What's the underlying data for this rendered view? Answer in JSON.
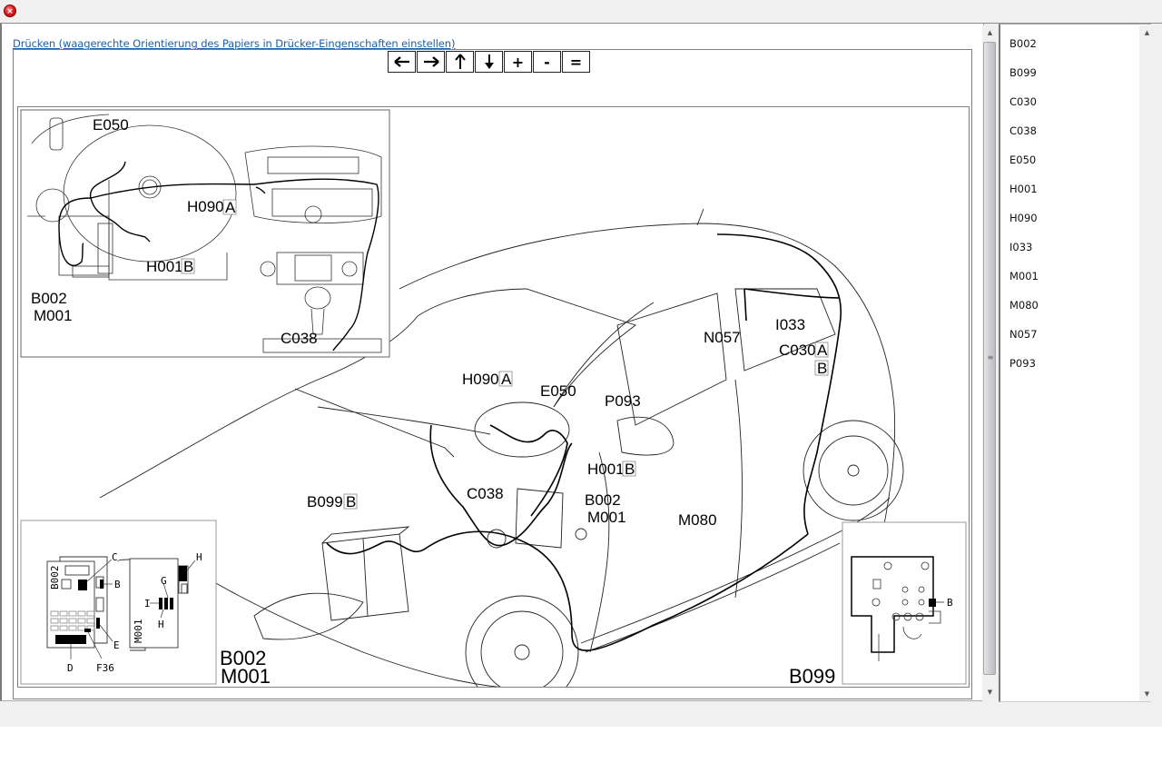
{
  "window": {
    "close_icon": "close-icon",
    "close_glyph": "×"
  },
  "main": {
    "print_link": "Drücken (waagerechte Orientierung des Papiers in Drücker-Eingenschaften einstellen)",
    "nav_buttons": [
      {
        "name": "pan-left",
        "glyph": "🡐",
        "icon": "arrow-left-icon"
      },
      {
        "name": "pan-right",
        "glyph": "🡒",
        "icon": "arrow-right-icon"
      },
      {
        "name": "pan-up",
        "glyph": "🡑",
        "icon": "arrow-up-icon"
      },
      {
        "name": "pan-down",
        "glyph": "🡓",
        "icon": "arrow-down-icon"
      },
      {
        "name": "zoom-in",
        "glyph": "+",
        "icon": "plus-icon"
      },
      {
        "name": "zoom-out",
        "glyph": "-",
        "icon": "minus-icon"
      },
      {
        "name": "zoom-reset",
        "glyph": "=",
        "icon": "equals-icon"
      }
    ],
    "scroll_arrows": {
      "up": "▲",
      "down": "▼",
      "grip": "≡"
    }
  },
  "diagram": {
    "inset_dashboard": {
      "labels": [
        "E050",
        "H090",
        "A",
        "H001",
        "B",
        "B002",
        "M001",
        "C038"
      ]
    },
    "car": {
      "labels": {
        "h090": "H090",
        "h090_tag": "A",
        "e050": "E050",
        "p093": "P093",
        "h001": "H001",
        "h001_tag": "B",
        "c038": "C038",
        "b002": "B002",
        "m001": "M001",
        "b099": "B099",
        "b099_tag": "B",
        "m080": "M080",
        "n057": "N057",
        "i033": "I033",
        "c030": "C030",
        "c030_tag_a": "A",
        "c030_tag_b": "B"
      }
    },
    "inset_fusebox": {
      "box1_label": "B002",
      "box2_label": "M001",
      "pins": [
        "C",
        "B",
        "E",
        "D",
        "F36",
        "H",
        "G",
        "I",
        "H"
      ],
      "caption_1": "B002",
      "caption_2": "M001"
    },
    "inset_battery": {
      "pin": "B",
      "caption": "B099"
    }
  },
  "component_list": {
    "items": [
      "B002",
      "B099",
      "C030",
      "C038",
      "E050",
      "H001",
      "H090",
      "I033",
      "M001",
      "M080",
      "N057",
      "P093"
    ]
  }
}
